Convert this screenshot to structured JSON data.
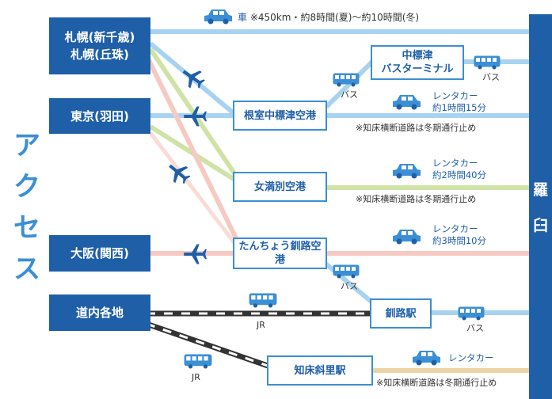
{
  "title": [
    "ア",
    "ク",
    "セ",
    "ス"
  ],
  "origins": {
    "sapporo_line1": "札幌(新千歳)",
    "sapporo_line2": "札幌(丘珠)",
    "tokyo": "東京(羽田)",
    "osaka": "大阪(関西)",
    "dounai": "道内各地"
  },
  "hubs": {
    "nakashibetsu_airport": "根室中標津空港",
    "memanbetsu_airport": "女満別空港",
    "kushiro_airport": "たんちょう釧路空港",
    "nakashibetsu_bus_line1": "中標津",
    "nakashibetsu_bus_line2": "バスターミナル",
    "kushiro_station": "釧路駅",
    "shiretoko_shari_station": "知床斜里駅"
  },
  "destination": [
    "羅",
    "臼"
  ],
  "car_route": {
    "prefix": "車",
    "text": "※450km・約8時間(夏)〜約10時間(冬)"
  },
  "labels": {
    "bus": "バス",
    "jr": "JR",
    "rentacar": "レンタカー",
    "rentacar_time_nakashibetsu": "約1時間15分",
    "rentacar_time_memanbetsu": "約2時間40分",
    "rentacar_time_kushiro": "約3時間10分",
    "road_closure_note": "※知床横断道路は冬期通行止め"
  },
  "colors": {
    "brand_blue": "#1f5fa8",
    "line_blue": "#a8d3f0",
    "line_green": "#cfe3a6",
    "line_pink": "#f6c9c3",
    "line_tan": "#ecd3a6",
    "accent_blue": "#3b8fd4"
  },
  "icons": [
    "airplane-icon",
    "bus-icon",
    "car-icon",
    "train-icon"
  ]
}
